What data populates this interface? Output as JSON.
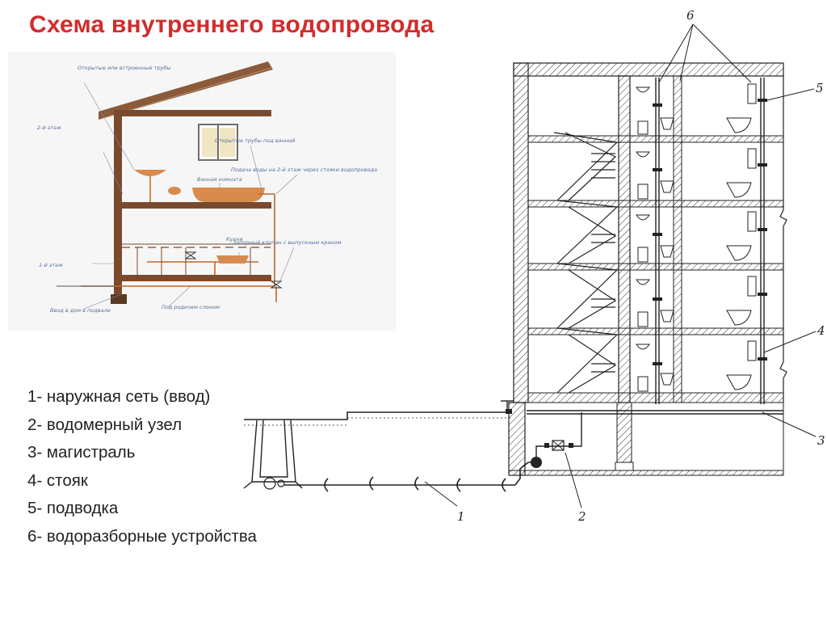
{
  "slide": {
    "title": "Схема внутреннего водопровода"
  },
  "house_scheme": {
    "labels": {
      "open_pipes": "Открытые или встроенные трубы",
      "floor2": "2-й этаж",
      "open_bath_pipes": "Открытые трубы под ванной",
      "bathroom": "Ванная комната",
      "supply_floor2": "Подача воды на 2-й этаж через стояки водопровода",
      "kitchen": "Кухня",
      "floor1": "1-й этаж",
      "shutoff_valve": "Запорный клапан с выпускным краном",
      "inlet": "Ввод в дом в подвале",
      "under_floor": "Под родичем слоном"
    }
  },
  "legend": {
    "items": [
      "1-  наружная сеть (ввод)",
      "2- водомерный узел",
      "3- магистраль",
      "4- стояк",
      "5- подводка",
      "6- водоразборные устройства"
    ]
  },
  "building_scheme": {
    "numbers": {
      "n1": "1",
      "n2": "2",
      "n3": "3",
      "n4": "4",
      "n5": "5",
      "n6": "6"
    }
  },
  "colors": {
    "title": "#d22c2c",
    "house_wall": "#7a4a2e",
    "house_pipe": "#c0672a",
    "house_label": "#5a6f9a",
    "drawing_line": "#222222"
  }
}
